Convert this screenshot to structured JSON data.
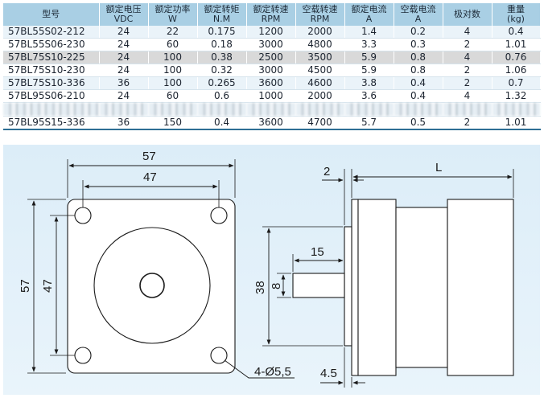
{
  "spec_table": {
    "headers": [
      {
        "line1": "型号",
        "line2": ""
      },
      {
        "line1": "额定电压",
        "line2": "VDC"
      },
      {
        "line1": "额定功率",
        "line2": "W"
      },
      {
        "line1": "额定转矩",
        "line2": "N.M"
      },
      {
        "line1": "额定转速",
        "line2": "RPM"
      },
      {
        "line1": "空载转速",
        "line2": "RPM"
      },
      {
        "line1": "额定电流",
        "line2": "A"
      },
      {
        "line1": "空载电流",
        "line2": "A"
      },
      {
        "line1": "极对数",
        "line2": ""
      },
      {
        "line1": "重量",
        "line2": "(kg)"
      }
    ],
    "rows": [
      [
        "57BL55S02-212",
        "24",
        "22",
        "0.175",
        "1200",
        "2000",
        "1.4",
        "0.2",
        "4",
        "0.4"
      ],
      [
        "57BL55S06-230",
        "24",
        "60",
        "0.18",
        "3000",
        "4800",
        "3.3",
        "0.3",
        "2",
        "1.01"
      ],
      [
        "57BL75S10-225",
        "24",
        "100",
        "0.38",
        "2500",
        "3500",
        "5.9",
        "0.8",
        "4",
        "0.76"
      ],
      [
        "57BL75S10-230",
        "24",
        "100",
        "0.32",
        "3000",
        "4500",
        "5.9",
        "0.8",
        "2",
        "1.06"
      ],
      [
        "57BL75S10-336",
        "36",
        "100",
        "0.265",
        "3600",
        "4600",
        "3.8",
        "0.4",
        "2",
        "0.7"
      ],
      [
        "57BL95S06-210",
        "24",
        "60",
        "0.6",
        "1000",
        "2000",
        "3.6",
        "0.4",
        "4",
        "1.32"
      ]
    ],
    "last_row": [
      "57BL95S15-336",
      "36",
      "150",
      "0.4",
      "3600",
      "4700",
      "5.7",
      "0.5",
      "2",
      "1.01"
    ]
  },
  "drawing": {
    "dim_57_width": "57",
    "dim_47_width": "47",
    "dim_57_height": "57",
    "dim_47_height": "47",
    "holes_label": "4-Ø5,5",
    "dim_flange": "2",
    "dim_length": "L",
    "dim_shaft_len": "15",
    "dim_shaft_dia": "8",
    "dim_boss_dia": "38",
    "dim_boss_len": "4.5"
  },
  "colors": {
    "header_bg": "#a9cfe4",
    "stripe_bg": "#eaf3f9",
    "highlight_bg": "#d9d9d9",
    "drawing_bg": "#dcedf8",
    "rule_blue": "#2e6f95"
  }
}
